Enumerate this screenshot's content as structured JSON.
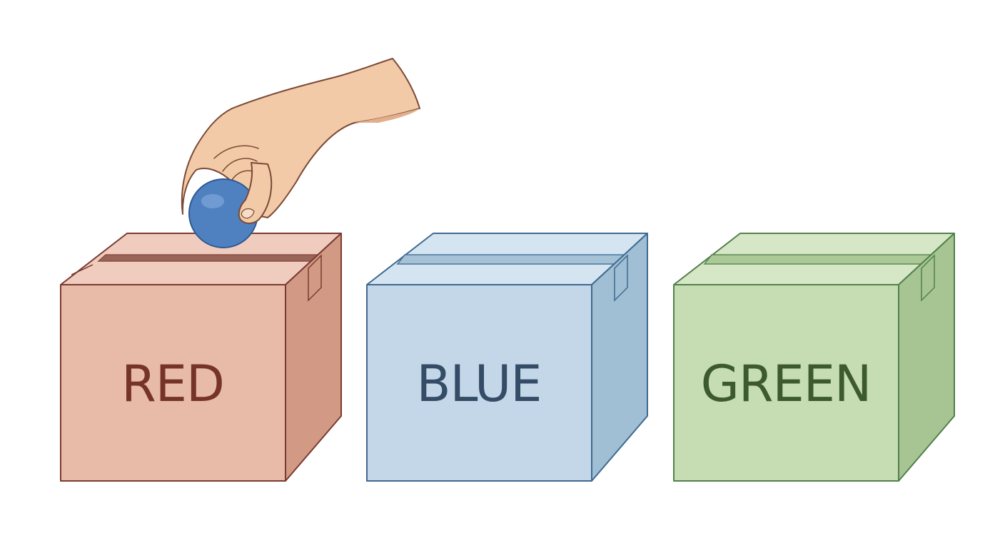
{
  "boxes": [
    {
      "label": "RED",
      "colors": {
        "front": "#E8BBA9",
        "top": "#F0CCBE",
        "side": "#D29A85",
        "stroke": "#7A3A30",
        "text": "#763328"
      }
    },
    {
      "label": "BLUE",
      "colors": {
        "front": "#C4D7E8",
        "top": "#D5E4F1",
        "side": "#A0BED4",
        "stroke": "#3E6A90",
        "text": "#344C66"
      }
    },
    {
      "label": "GREEN",
      "colors": {
        "front": "#C6DDB4",
        "top": "#D5E7C6",
        "side": "#A7C593",
        "stroke": "#52804A",
        "text": "#3D5A2E"
      }
    }
  ],
  "ball": {
    "color": "#4F80C0",
    "highlight": "#7FA6DA",
    "stroke": "#2E5A92"
  },
  "hand": {
    "skin": "#F3CAA8",
    "shadow": "#E2AE8C",
    "stroke": "#7A4A35"
  }
}
